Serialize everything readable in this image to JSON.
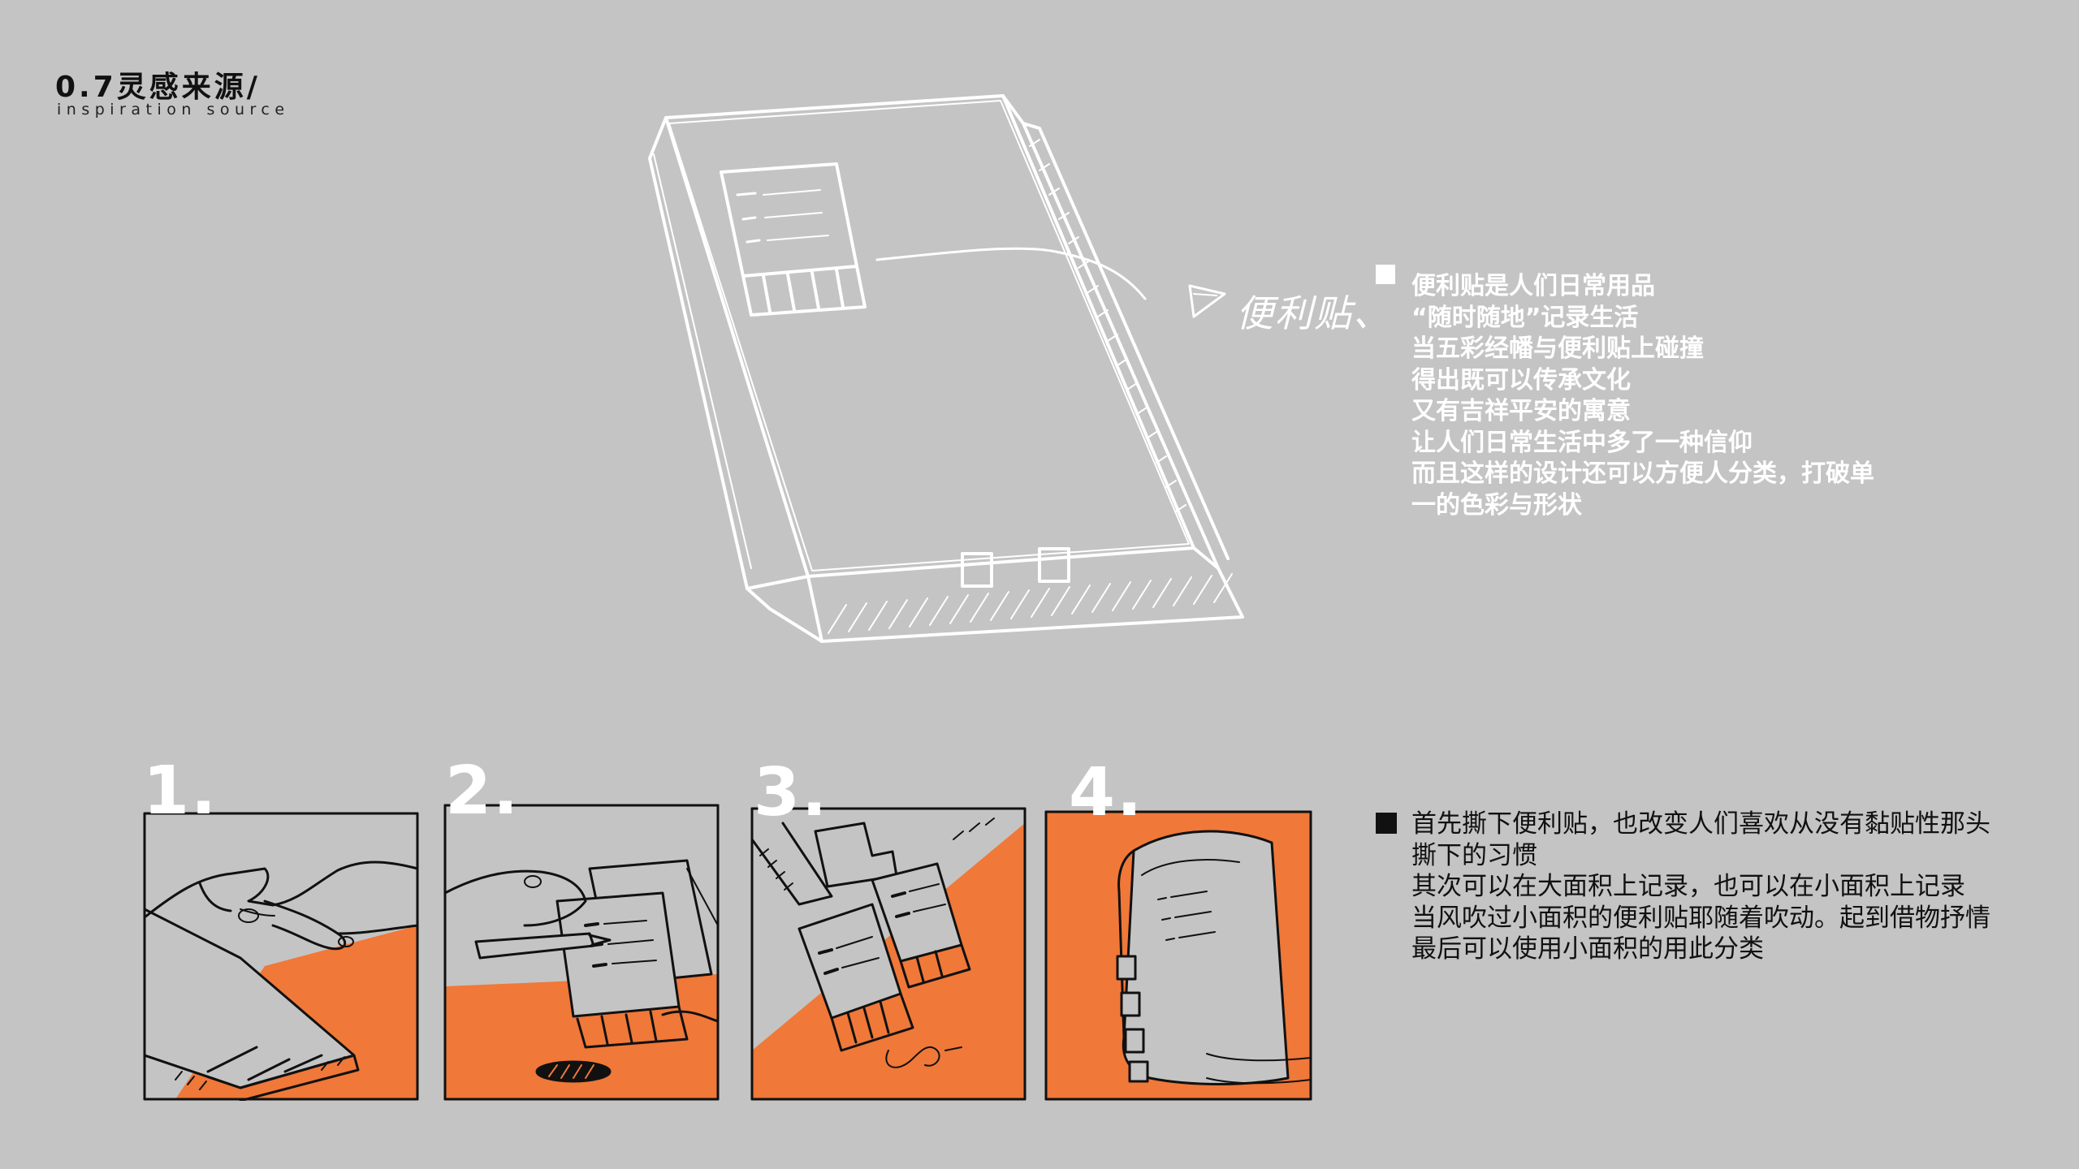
{
  "header": {
    "title": "0.7灵感来源/",
    "subtitle": "inspiration source"
  },
  "sketch": {
    "callout_label": "便利贴、"
  },
  "description_primary": {
    "lines": [
      "便利贴是人们日常用品",
      "“随时随地”记录生活",
      "当五彩经幡与便利贴上碰撞",
      "得出既可以传承文化",
      "又有吉祥平安的寓意",
      "让人们日常生活中多了一种信仰",
      "而且这样的设计还可以方便人分类，打破单",
      "一的色彩与形状"
    ]
  },
  "panels": [
    {
      "number": "1."
    },
    {
      "number": "2."
    },
    {
      "number": "3."
    },
    {
      "number": "4."
    }
  ],
  "description_secondary": {
    "lines": [
      "首先撕下便利贴，也改变人们喜欢从没有黏贴性那头",
      "撕下的习惯",
      "其次可以在大面积上记录，也可以在小面积上记录",
      "当风吹过小面积的便利贴耶随着吹动。起到借物抒情",
      "最后可以使用小面积的用此分类"
    ]
  },
  "colors": {
    "background": "#c4c4c4",
    "accent": "#f07838",
    "ink": "#111111",
    "sketch_line": "#ffffff"
  }
}
